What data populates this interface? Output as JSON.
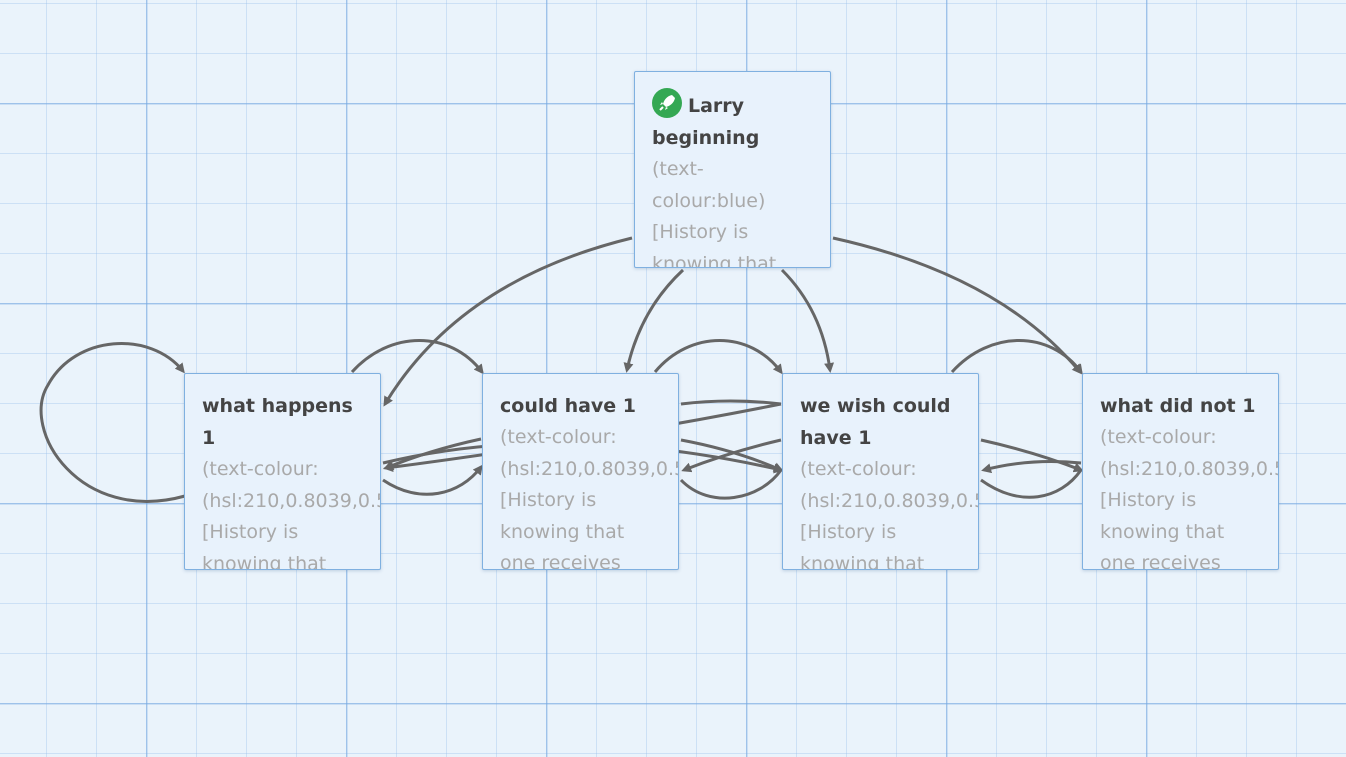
{
  "colors": {
    "canvas": "#eaf3fb",
    "passage_bg": "#e8f2fc",
    "passage_border": "#7fb0e0",
    "title": "#444444",
    "excerpt": "#a9a9a9",
    "arrow": "#666666",
    "start_icon": "#34a853"
  },
  "passages": [
    {
      "id": "larry",
      "title": "Larry beginning",
      "is_start": true,
      "icon": "rocket-icon",
      "excerpt": "(text-\ncolour:blue)\n[History is\nknowing that"
    },
    {
      "id": "what-happens-1",
      "title": "what happens 1",
      "excerpt": "(text-colour:\n(hsl:210,0.8039,0.5\n[History is\nknowing that"
    },
    {
      "id": "could-have-1",
      "title": "could have 1",
      "excerpt": "(text-colour:\n(hsl:210,0.8039,0.5\n[History is\nknowing that\none receives"
    },
    {
      "id": "we-wish-could-have-1",
      "title": "we wish could have 1",
      "excerpt": "(text-colour:\n(hsl:210,0.8039,0.5\n[History is\nknowing that"
    },
    {
      "id": "what-did-not-1",
      "title": "what did not 1",
      "excerpt": "(text-colour:\n(hsl:210,0.8039,0.5\n[History is\nknowing that\none receives"
    }
  ]
}
